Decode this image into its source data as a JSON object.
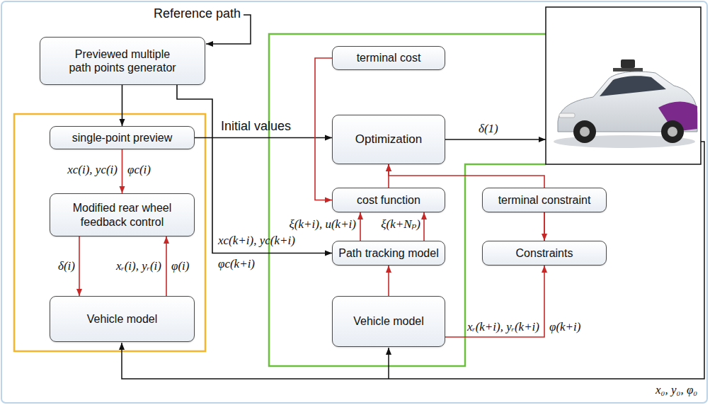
{
  "diagram": {
    "nodes": [
      {
        "text": [
          "Previewed multiple path points generator"
        ]
      },
      {
        "text": [
          "single-point preview"
        ]
      },
      {
        "text": [
          "Modified rear wheel feedback control"
        ]
      },
      {
        "text": [
          "Vehicle model"
        ]
      },
      {
        "text": [
          "terminal cost"
        ]
      },
      {
        "text": [
          "Optimization"
        ]
      },
      {
        "text": [
          "cost function"
        ]
      },
      {
        "text": [
          "Path tracking model"
        ]
      },
      {
        "text": [
          "Vehicle model"
        ]
      },
      {
        "text": [
          "terminal constraint"
        ]
      },
      {
        "text": [
          "Constraints"
        ]
      }
    ],
    "edges": [
      {
        "from": 0,
        "to": 1,
        "arrow": "to"
      },
      {
        "from": 1,
        "to": 2,
        "arrow": "to"
      },
      {
        "from": 2,
        "to": 3,
        "arrow": "to"
      },
      {
        "from": 3,
        "to": 2,
        "arrow": "to"
      },
      {
        "from": 1,
        "to": 5,
        "label": "Initial values",
        "arrow": "to"
      },
      {
        "from": 0,
        "to": 7,
        "arrow": "to"
      },
      {
        "from": 4,
        "to": 6,
        "arrow": "to"
      },
      {
        "from": 6,
        "to": 5,
        "arrow": "to"
      },
      {
        "from": 7,
        "to": 6,
        "label": "ξ(k+i), u(k+i)",
        "arrow": "to"
      },
      {
        "from": 7,
        "to": 6,
        "label": "ξ(k+Nₚ)",
        "arrow": "to"
      },
      {
        "from": 9,
        "to": 10,
        "arrow": "to"
      },
      {
        "from": 10,
        "to": 5,
        "arrow": "to"
      },
      {
        "from": 8,
        "to": 7,
        "arrow": "to"
      },
      {
        "from": 8,
        "to": 10,
        "arrow": "to"
      }
    ],
    "labels": [
      "Reference path",
      "xc(i), yc(i)",
      "φc(i)",
      "δ(i)",
      "xᵣ(i), yᵣ(i)",
      "φ(i)",
      "xc(k+i), yc(k+i)",
      "φc(k+i)",
      "δ(1)",
      "xᵣ(k+i), yᵣ(k+i)",
      "φ(k+i)",
      "x₀, y₀, φ₀"
    ]
  }
}
